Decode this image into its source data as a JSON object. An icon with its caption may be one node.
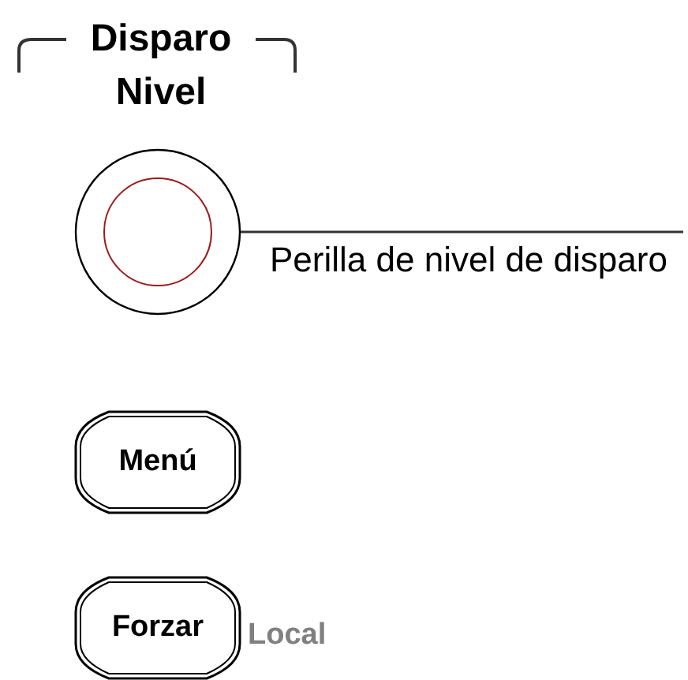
{
  "diagram": {
    "nodes": [
      {
        "text": [],
        "shape": "circle"
      },
      {
        "text": [
          "Perilla de nivel de disparo"
        ]
      },
      {
        "text": [
          "Menú"
        ]
      },
      {
        "text": [
          "Forzar"
        ],
        "beside": [
          "Local"
        ]
      }
    ],
    "edges": [
      {
        "from": 1,
        "to": 0,
        "arrow": "none"
      }
    ],
    "labels": [
      "Disparo Nivel"
    ]
  }
}
